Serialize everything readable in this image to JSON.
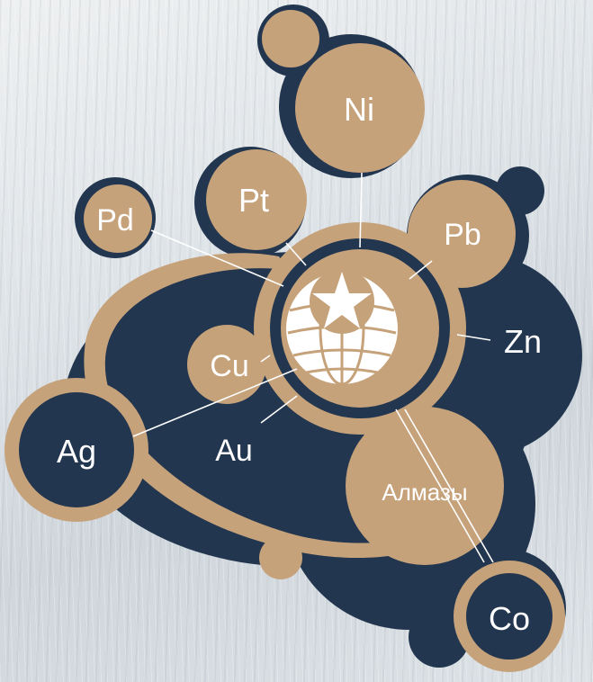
{
  "colors": {
    "navy": "#22364f",
    "tan": "#c6a27b",
    "connector": "#ffffff",
    "label": "#ffffff"
  },
  "logo": {
    "icon": "globe-star-icon"
  },
  "labels": {
    "ni": "Ni",
    "pt": "Pt",
    "pd": "Pd",
    "pb": "Pb",
    "zn": "Zn",
    "cu": "Cu",
    "ag": "Ag",
    "au": "Au",
    "almazy": "Алмазы",
    "co": "Co"
  }
}
